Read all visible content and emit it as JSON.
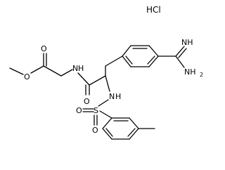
{
  "salt": "HCl",
  "labels": {
    "ester_o": "O",
    "ester_carbonyl_o": "O",
    "amide_n": "N",
    "amide_h": "H",
    "amide_carbonyl_o": "O",
    "sulfonamide_n": "N",
    "sulfonamide_h": "H",
    "sulfur": "S",
    "sulfonyl_o1": "O",
    "sulfonyl_o2": "O",
    "imine_nh": "NH",
    "amine_nh2": "NH",
    "amine_sub": "2"
  }
}
